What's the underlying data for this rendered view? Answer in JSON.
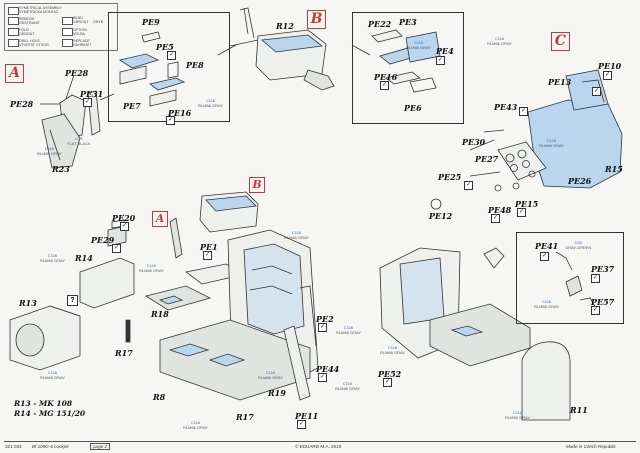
{
  "legend": {
    "rows": [
      {
        "icon": "symmetrical-icon",
        "text": "SYMETRICAL ASSEMBLY"
      },
      {
        "icon": "symmetrical-icon",
        "text": "SYMETRICKA MONTAZ"
      },
      {
        "icon": "remove-icon",
        "text": "REMOVE"
      },
      {
        "icon": "remove-icon",
        "text": "ODSTRANIT"
      },
      {
        "icon": "bend-icon",
        "text": "BEND"
      },
      {
        "icon": "bend-icon",
        "text": "OHNOUT"
      },
      {
        "icon": "bend-icon",
        "text": "OHYB"
      },
      {
        "icon": "fold-icon",
        "text": "FOLD"
      },
      {
        "icon": "fold-icon",
        "text": "OHNOUT"
      },
      {
        "icon": "option-icon",
        "text": "OPTION"
      },
      {
        "icon": "option-icon",
        "text": "VOLBA"
      },
      {
        "icon": "drill-icon",
        "text": "DRILL HOLE"
      },
      {
        "icon": "drill-icon",
        "text": "VYVRTAT OTVOR"
      },
      {
        "icon": "replace-icon",
        "text": "REPLACE"
      },
      {
        "icon": "replace-icon",
        "text": "NAHRADIT"
      }
    ]
  },
  "section_letters": {
    "a": "A",
    "b": "B",
    "c": "C"
  },
  "parts": {
    "pe9": "PE9",
    "pe5": "PE5",
    "pe8": "PE8",
    "pe7": "PE7",
    "pe16a": "PE16",
    "r12": "R12",
    "pe22": "PE22",
    "pe3": "PE3",
    "pe4": "PE4",
    "pe16b": "PE16",
    "pe6": "PE6",
    "pe28a": "PE28",
    "pe28b": "PE28",
    "pe31": "PE31",
    "r23": "R23",
    "pe10": "PE10",
    "pe13": "PE13",
    "pe43": "PE43",
    "pe30": "PE30",
    "pe27": "PE27",
    "r15": "R15",
    "pe26": "PE26",
    "pe25": "PE25",
    "pe12": "PE12",
    "pe48": "PE48",
    "pe15": "PE15",
    "pe20": "PE20",
    "pe29": "PE29",
    "r14": "R14",
    "r13": "R13",
    "r17a": "R17",
    "r18": "R18",
    "pe1": "PE1",
    "pe2": "PE2",
    "pe44": "PE44",
    "r19": "R19",
    "r8": "R8",
    "r17b": "R17",
    "pe11": "PE11",
    "pe41": "PE41",
    "pe37": "PE37",
    "pe57": "PE57",
    "pe52": "PE52",
    "r11": "R11"
  },
  "paint": {
    "p1": {
      "code": "C33",
      "name": "FLAT BLACK"
    },
    "p2": {
      "code": "C116",
      "name": "RLM66 GRAY"
    },
    "p3": {
      "code": "C116",
      "name": "RLM66 GRAY"
    },
    "p4": {
      "code": "C116",
      "name": "RLM66 GRAY"
    },
    "p5": {
      "code": "C116",
      "name": "RLM66 GRAY"
    },
    "p6": {
      "code": "C116",
      "name": "RLM66 GRAY"
    },
    "p7": {
      "code": "C116",
      "name": "RLM66 GRAY"
    },
    "p8": {
      "code": "C116",
      "name": "RLM66 GRAY"
    },
    "p9": {
      "code": "C116",
      "name": "RLM66 GRAY"
    },
    "p10": {
      "code": "C116",
      "name": "RLM66 GRAY"
    },
    "p11": {
      "code": "C116",
      "name": "RLM66 GRAY"
    },
    "p12": {
      "code": "C116",
      "name": "RLM66 GRAY"
    },
    "p13": {
      "code": "C116",
      "name": "RLM66 GRAY"
    },
    "p14": {
      "code": "C116",
      "name": "RLM66 GRAY"
    },
    "p15": {
      "code": "C35",
      "name": "GRAY-GREEN"
    },
    "p16": {
      "code": "C116",
      "name": "RLM66 GRAY"
    },
    "p17": {
      "code": "C116",
      "name": "RLM66 GRAY"
    },
    "p18": {
      "code": "C116",
      "name": "RLM66 GRAY"
    }
  },
  "engine_note": {
    "line1": "R13 - MK 108",
    "line2": "R14 - MG 151/20"
  },
  "question_mark": "?",
  "footer": {
    "code": "321 033",
    "kit": "Bf 109G-6 cockpit",
    "page": "page 2",
    "copyright": "© EDUARD   M.A. 2010",
    "made": "Made in Czech Republic"
  },
  "colors": {
    "accent_red": "#c83a3a",
    "paint_blue": "#2d72b8",
    "line": "#333333",
    "part_fill": "#b9d6ee"
  }
}
